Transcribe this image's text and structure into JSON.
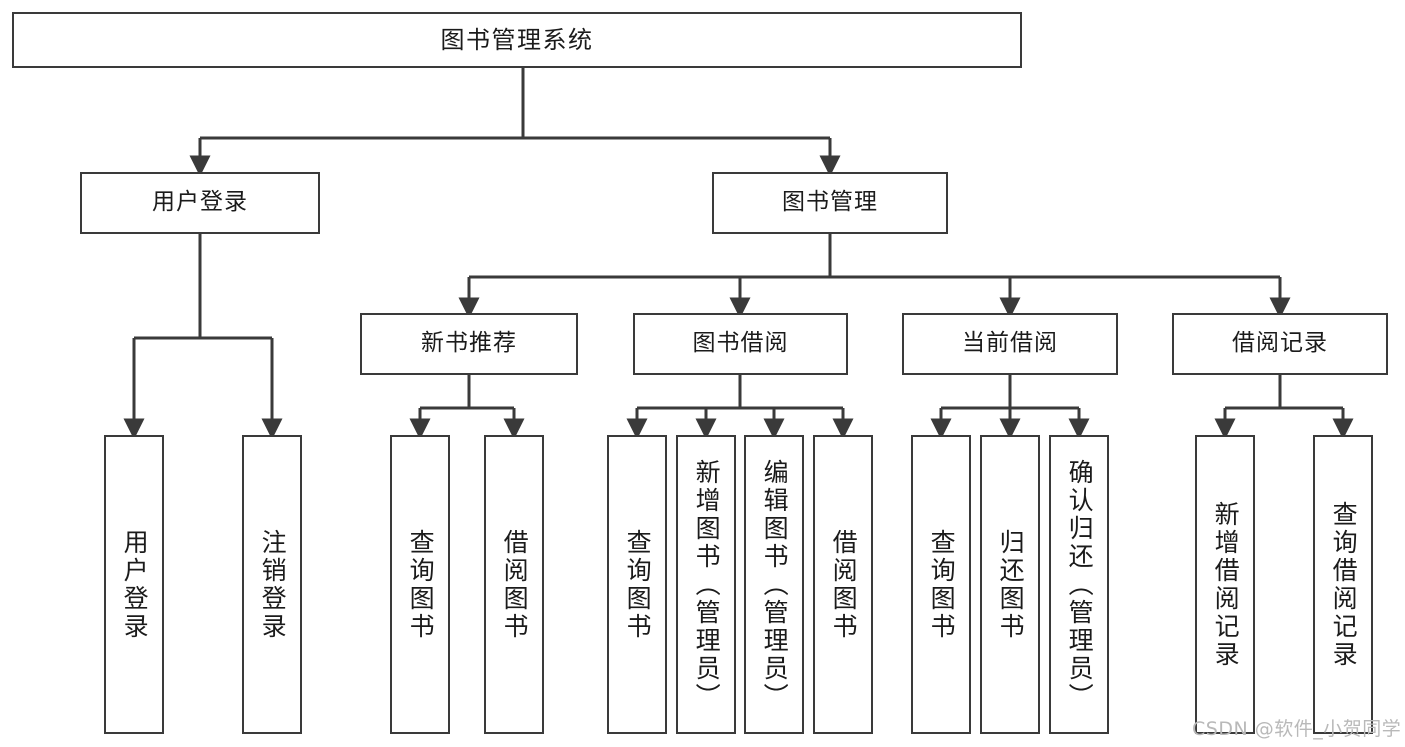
{
  "diagram": {
    "type": "tree-hierarchy-diagram",
    "root": {
      "label": "图书管理系统"
    },
    "level1": [
      {
        "label": "用户登录"
      },
      {
        "label": "图书管理"
      }
    ],
    "level2": [
      {
        "label": "新书推荐"
      },
      {
        "label": "图书借阅"
      },
      {
        "label": "当前借阅"
      },
      {
        "label": "借阅记录"
      }
    ],
    "leaves": [
      {
        "label": "用户登录",
        "parent": "用户登录"
      },
      {
        "label": "注销登录",
        "parent": "用户登录"
      },
      {
        "label": "查询图书",
        "parent": "新书推荐"
      },
      {
        "label": "借阅图书",
        "parent": "新书推荐"
      },
      {
        "label": "查询图书",
        "parent": "图书借阅"
      },
      {
        "label": "新增图书（管理员）",
        "parent": "图书借阅"
      },
      {
        "label": "编辑图书（管理员）",
        "parent": "图书借阅"
      },
      {
        "label": "借阅图书",
        "parent": "图书借阅"
      },
      {
        "label": "查询图书",
        "parent": "当前借阅"
      },
      {
        "label": "归还图书",
        "parent": "当前借阅"
      },
      {
        "label": "确认归还（管理员）",
        "parent": "当前借阅"
      },
      {
        "label": "新增借阅记录",
        "parent": "借阅记录"
      },
      {
        "label": "查询借阅记录",
        "parent": "借阅记录"
      }
    ]
  },
  "watermark": {
    "text": "CSDN @软件_小贺同学"
  },
  "colors": {
    "stroke": "#3a3a3a",
    "background": "#ffffff",
    "text": "#1b1b1b",
    "watermark": "#b9b9b9"
  }
}
